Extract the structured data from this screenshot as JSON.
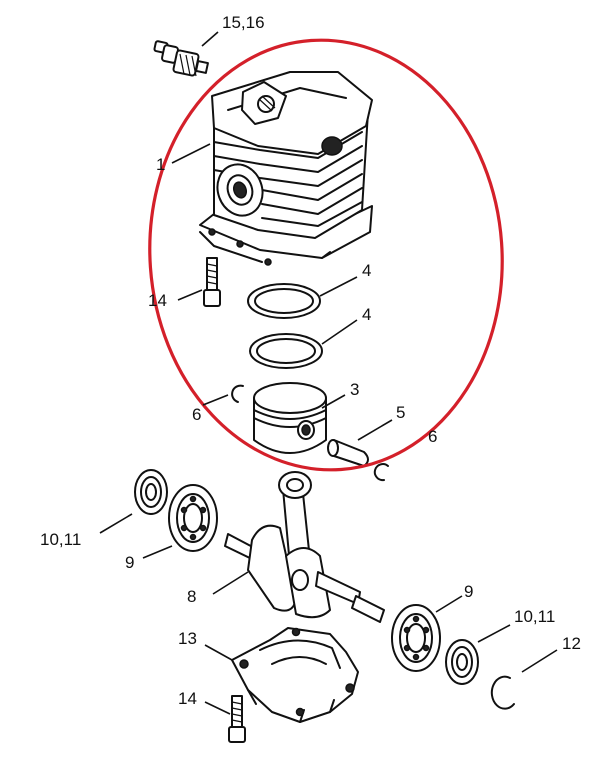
{
  "labels": {
    "spark_plug": "15,16",
    "cylinder": "1",
    "cylinder_screw": "14",
    "ring_upper": "4",
    "ring_lower": "4",
    "piston": "3",
    "circlip_left": "6",
    "piston_pin": "5",
    "circlip_right": "6",
    "seal_left": "10,11",
    "bearing_left": "9",
    "crankshaft": "8",
    "bearing_right": "9",
    "seal_right": "10,11",
    "snap_ring": "12",
    "crankcase": "13",
    "crankcase_screw": "14"
  },
  "colors": {
    "outline": "#111111",
    "highlight": "#d4202a",
    "background": "#ffffff"
  }
}
